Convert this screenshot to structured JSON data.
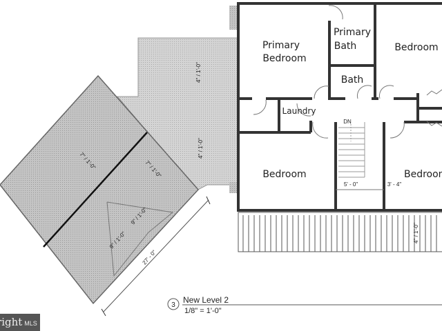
{
  "rooms": {
    "primary_bedroom_1": "Primary",
    "primary_bedroom_2": "Bedroom",
    "primary_bath_1": "Primary",
    "primary_bath_2": "Bath",
    "bedroom_ne": "Bedroom",
    "bath": "Bath",
    "laundry": "Laundry",
    "stair_dn": "DN",
    "bedroom_sw": "Bedroom",
    "bedroom_se": "Bedroom"
  },
  "dimensions": {
    "stair_width": "5' - 0\"",
    "landing_width": "3' - 4\"",
    "roof_length": "27' - 0\"",
    "slope_flat_upper": "4\" / 1'-0\"",
    "slope_flat_lower": "4\" / 1'-0\"",
    "slope_left": "7\" / 1'-0\"",
    "slope_right": "7\" / 1'-0\"",
    "slope_cricket_upper": "9\" / 1'-0\"",
    "slope_cricket_lower": "9\" / 1'-0\"",
    "slope_deck": "4\" / 1'-0\""
  },
  "view_label": {
    "number": "3",
    "name": "New Level 2",
    "scale": "1/8\" = 1'-0\""
  },
  "watermark": {
    "brand": "Bright",
    "suffix": "MLS"
  },
  "colors": {
    "roof": "#c8c8c8",
    "flat_roof": "#d9d9d9",
    "wall": "#333333"
  }
}
